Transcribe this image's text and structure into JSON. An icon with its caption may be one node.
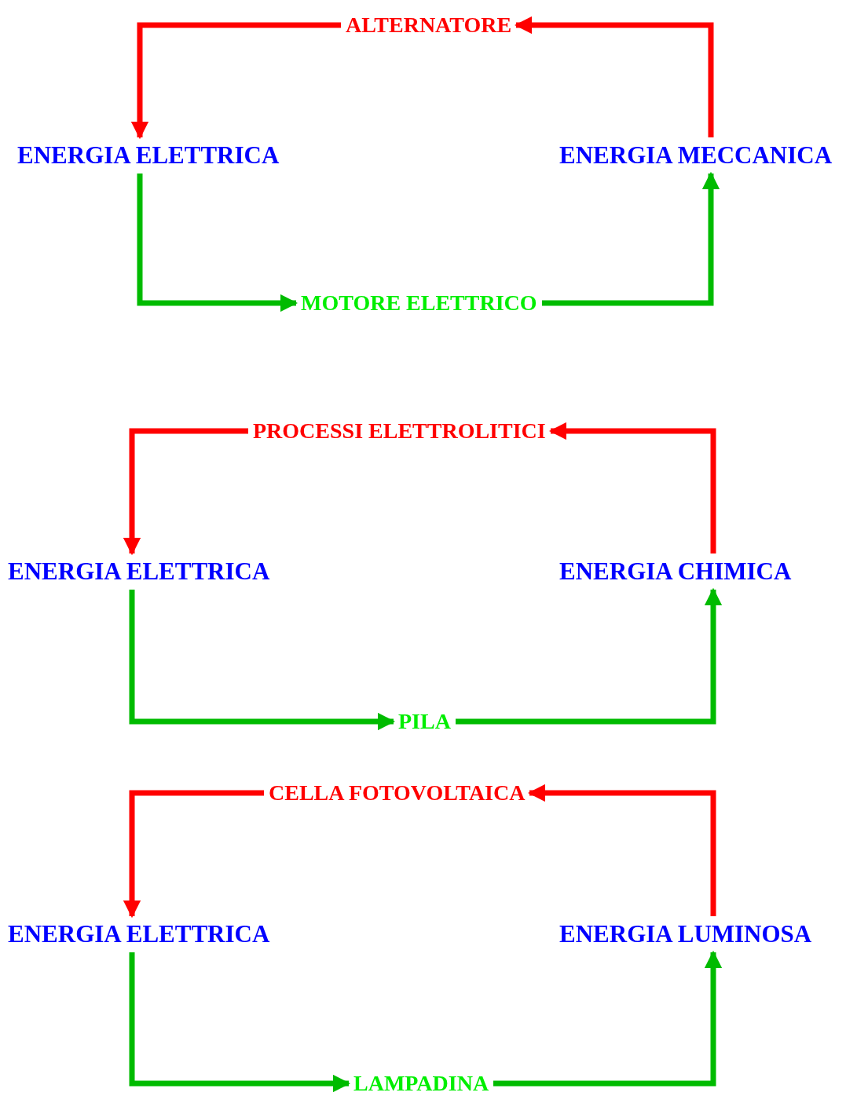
{
  "diagram": {
    "nodes": [
      {
        "text": [
          "ALTERNATORE"
        ]
      },
      {
        "text": [
          "ENERGIA ELETTRICA"
        ]
      },
      {
        "text": [
          "MOTORE ELETTRICO"
        ]
      },
      {
        "text": [
          "ENERGIA MECCANICA"
        ]
      },
      {
        "text": [
          "PROCESSI ELETTROLITICI"
        ]
      },
      {
        "text": [
          "ENERGIA ELETTRICA"
        ]
      },
      {
        "text": [
          "PILA"
        ]
      },
      {
        "text": [
          "ENERGIA CHIMICA"
        ]
      },
      {
        "text": [
          "CELLA FOTOVOLTAICA"
        ]
      },
      {
        "text": [
          "ENERGIA ELETTRICA"
        ]
      },
      {
        "text": [
          "LAMPADINA"
        ]
      },
      {
        "text": [
          "ENERGIA LUMINOSA"
        ]
      }
    ],
    "edges": [
      {
        "from": 3,
        "to": 0,
        "arrow": "to",
        "color": "#ff0000"
      },
      {
        "from": 0,
        "to": 1,
        "arrow": "to",
        "color": "#ff0000"
      },
      {
        "from": 1,
        "to": 2,
        "arrow": "to",
        "color": "#00bb00"
      },
      {
        "from": 2,
        "to": 3,
        "arrow": "to",
        "color": "#00bb00"
      },
      {
        "from": 7,
        "to": 4,
        "arrow": "to",
        "color": "#ff0000"
      },
      {
        "from": 4,
        "to": 5,
        "arrow": "to",
        "color": "#ff0000"
      },
      {
        "from": 5,
        "to": 6,
        "arrow": "to",
        "color": "#00bb00"
      },
      {
        "from": 6,
        "to": 7,
        "arrow": "to",
        "color": "#00bb00"
      },
      {
        "from": 11,
        "to": 8,
        "arrow": "to",
        "color": "#ff0000"
      },
      {
        "from": 8,
        "to": 9,
        "arrow": "to",
        "color": "#ff0000"
      },
      {
        "from": 9,
        "to": 10,
        "arrow": "to",
        "color": "#00bb00"
      },
      {
        "from": 10,
        "to": 11,
        "arrow": "to",
        "color": "#00bb00"
      }
    ]
  }
}
